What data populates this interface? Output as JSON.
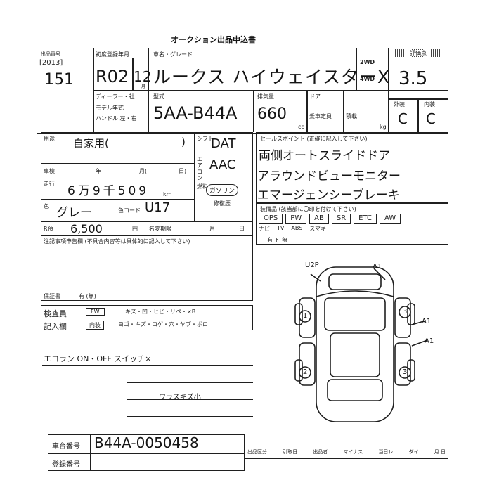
{
  "form": {
    "header_title": "オークション出品申込書",
    "year_tag": "[2013]",
    "lot_number": "151",
    "lot_label": "出品番号",
    "first_reg_label": "初度登録年月",
    "era_year": "R02",
    "month": "12",
    "month_suffix": "月",
    "car_name_label": "車名・グレード",
    "car_name": "ルークス ハイウェイスターX",
    "drive_2wd": "2WD",
    "drive_4wd": "4WD",
    "score_label": "評価点",
    "score": "3.5",
    "exterior_label": "外装",
    "interior_label": "内装",
    "exterior_grade": "C",
    "interior_grade": "C",
    "dealer_label": "ディーラー・社",
    "model_year_label": "モデル年式",
    "handle_label": "ハンドル 左・右",
    "model_label": "型式",
    "model_code": "5AA-B44A",
    "displacement_label": "排気量",
    "displacement": "660",
    "cc_unit": "cc",
    "door_label": "ドア",
    "capacity_label": "乗車定員",
    "load_label": "積載",
    "kg_unit": "kg",
    "usage_label": "用途",
    "usage_value": "自家用(",
    "usage_close": ")",
    "shaken_label": "車検",
    "shaken_year": "年",
    "shaken_month": "月(",
    "shaken_day": "日)",
    "mileage_label": "走行",
    "mileage": "6万9千509",
    "km_unit": "km",
    "color_label": "色",
    "color": "グレー",
    "color_code_label": "色コード",
    "color_code": "U17",
    "shift_label": "シフト",
    "shift": "DAT",
    "aircon_label": "エアコン",
    "aircon": "AAC",
    "fuel_label": "燃料",
    "fuel": "ガソリン",
    "accident_label": "修復歴",
    "recycle_label": "R預",
    "recycle_fee": "6,500",
    "yen": "円",
    "name_change_label": "名変期限",
    "name_change_mo": "月",
    "name_change_day": "日",
    "notes_label": "注記事項申告欄 (不具合内容等は具体的に記入して下さい)",
    "warranty_label": "保証書",
    "warranty_values": "有 (無)",
    "sales_points_label": "セールスポイント (正確に記入して下さい)",
    "sales_points": [
      "両側オートスライドドア",
      "アラウンドビューモニター",
      "エマージェンシーブレーキ"
    ],
    "equipment_label": "装備品 (該当部に〇印を付けて下さい)",
    "equipment": [
      "OPS",
      "PW",
      "AB",
      "SR",
      "ETC",
      "AW"
    ],
    "equipment_row2": [
      "ナビ",
      "TV",
      "ABS",
      "スマキ"
    ],
    "registration_label": "有 ト 無",
    "inspector_label": "検査員",
    "inspection_entry_label": "記入欄",
    "inspection_row1_tag": "FW",
    "inspection_row2_tag": "内装",
    "inspection_row1": "キズ・凹・ヒビ・リペ・×B",
    "inspection_row2": "ヨゴ・キズ・コゲ・穴・ヤブ・ボロ",
    "handwritten_note": "エコラン ON・OFF スイッチ×",
    "comment_note": "ワラスキズ小",
    "diagram_labels": {
      "front_left": "U2P",
      "front_right": "A1",
      "side_top": "A1",
      "side_bottom": "A1",
      "badge_right_top": "3",
      "badge_right_bottom": "3",
      "badge_left_top": "1",
      "badge_left_bottom": "2"
    },
    "chassis_label": "車台番号",
    "chassis": "B44A-0050458",
    "maker_label": "登録番号",
    "bottom_boxes": [
      "出品区分",
      "引取日",
      "出品者",
      "マイナス",
      "当日レ",
      "ダイ",
      "月 日"
    ]
  }
}
